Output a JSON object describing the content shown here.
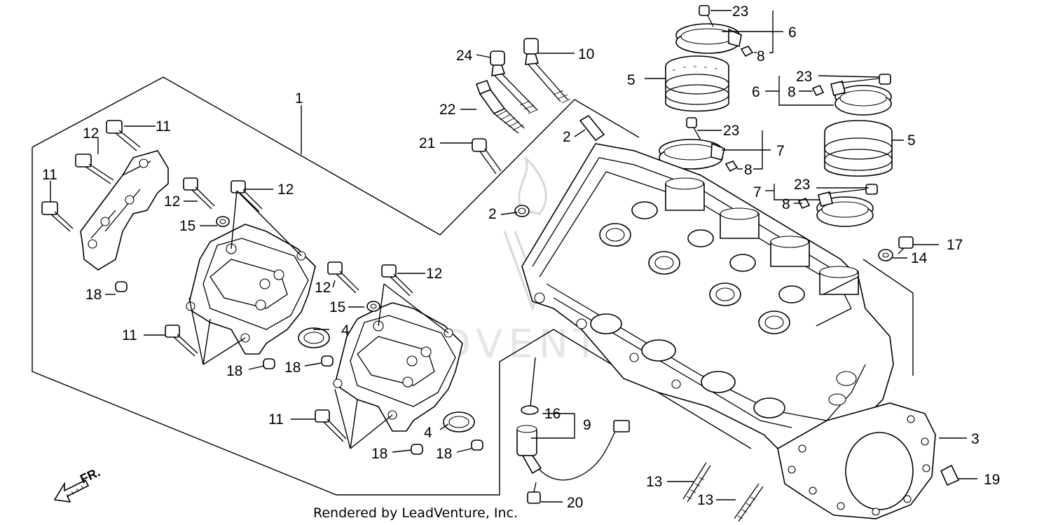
{
  "credit": "Rendered by LeadVenture, Inc.",
  "watermark": "LEADVENTURE",
  "direction_label": "FR.",
  "callouts": {
    "c1": "1",
    "c2a": "2",
    "c2b": "2",
    "c3": "3",
    "c4a": "4",
    "c4b": "4",
    "c5a": "5",
    "c5b": "5",
    "c6a": "6",
    "c6b": "6",
    "c7a": "7",
    "c7b": "7",
    "c8a": "8",
    "c8b": "8",
    "c8c": "8",
    "c8d": "8",
    "c9": "9",
    "c10": "10",
    "c11a": "11",
    "c11b": "11",
    "c11c": "11",
    "c11d": "11",
    "c12a": "12",
    "c12b": "12",
    "c12c": "12",
    "c12d": "12",
    "c12e": "12",
    "c13a": "13",
    "c13b": "13",
    "c14": "14",
    "c15a": "15",
    "c15b": "15",
    "c16": "16",
    "c17": "17",
    "c18a": "18",
    "c18b": "18",
    "c18c": "18",
    "c18d": "18",
    "c18e": "18",
    "c19": "19",
    "c20": "20",
    "c21": "21",
    "c22": "22",
    "c23a": "23",
    "c23b": "23",
    "c23c": "23",
    "c23d": "23",
    "c24": "24"
  }
}
